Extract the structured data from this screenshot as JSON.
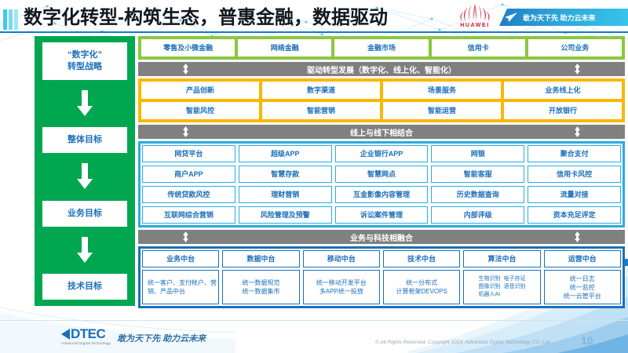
{
  "header": {
    "title": "数字化转型-构筑生态，普惠金融，数据驱动",
    "brand_logo": "huawei-logo",
    "brand_wordmark": "HUAWEI",
    "banner_text": "敢为天下先 助力云未来",
    "banner_icon": "paper-plane-icon",
    "accent_color": "#0f7ec0"
  },
  "sidebar": {
    "background_color": "#00a650",
    "items": [
      {
        "label": "“数字化”\n转型战略"
      },
      {
        "label": "整体目标"
      },
      {
        "label": "业务目标"
      },
      {
        "label": "技术目标"
      }
    ],
    "arrow_icon": "arrow-down-icon"
  },
  "business_band": {
    "background_color": "#8dc63f",
    "items": [
      "零售及小微金融",
      "网络金融",
      "金融市场",
      "信用卡",
      "公司业务"
    ]
  },
  "connector_1": {
    "label": "驱动转型发展（数字化、线上化、智能化）",
    "background_color": "#808080",
    "icon": "double-arrow-vertical-icon"
  },
  "capability_band": {
    "background_color": "#fbb700",
    "rows": [
      [
        "产品创新",
        "数字渠道",
        "场景服务",
        "业务线上化"
      ],
      [
        "智能风控",
        "智能营销",
        "智能运营",
        "开放银行"
      ]
    ]
  },
  "connector_2": {
    "label": "线上与线下相结合",
    "background_color": "#808080",
    "icon": "double-arrow-vertical-icon"
  },
  "channel_band": {
    "border_color": "#29abe2",
    "rows": [
      [
        "网贷平台",
        "超级APP",
        "企业银行APP",
        "网银",
        "聚合支付"
      ],
      [
        "商户APP",
        "智慧存款",
        "智慧网点",
        "智能客服",
        "信用卡风控"
      ],
      [
        "传统贷款风控",
        "理财营销",
        "互金影像内容管理",
        "历史数据查询",
        "流量对接"
      ],
      [
        "互联网综合营销",
        "风险管理及预警",
        "诉讼案件管理",
        "内部评级",
        "资本充足评定"
      ]
    ]
  },
  "connector_3": {
    "label": "业务与科技相融合",
    "background_color": "#808080",
    "icon": "double-arrow-vertical-icon"
  },
  "platform_band": {
    "border_color": "#1b6fba",
    "headers": [
      "业务中台",
      "数据中台",
      "移动中台",
      "技术中台",
      "算法中台",
      "运营中台"
    ],
    "details": [
      {
        "type": "lines",
        "lines": [
          "统一客户、支付帐户、营销、产品中台"
        ]
      },
      {
        "type": "lines",
        "lines": [
          "统一数据规范",
          "统一数据集市"
        ]
      },
      {
        "type": "lines",
        "lines": [
          "统一移动开发平台",
          "多APP统一投放"
        ]
      },
      {
        "type": "lines",
        "lines": [
          "统一分布式",
          "计算框架DEVOPS"
        ]
      },
      {
        "type": "columns",
        "col_left": [
          "生物识别",
          "图像识别",
          "机器人AI"
        ],
        "col_right": [
          "电子存证",
          "语音识别"
        ]
      },
      {
        "type": "lines",
        "lines": [
          "统一日志",
          "统一监控",
          "统一云管平台"
        ]
      }
    ]
  },
  "footer": {
    "logo_text": "DTEC",
    "logo_subtitle": "Advanced Digital Technology",
    "slogan": "敢为天下先   助力云未来",
    "copyright": "© All Rights Reserved. Copyright 2019. Advanced Digital Technology CO.,Ltd",
    "page_number": "10"
  }
}
